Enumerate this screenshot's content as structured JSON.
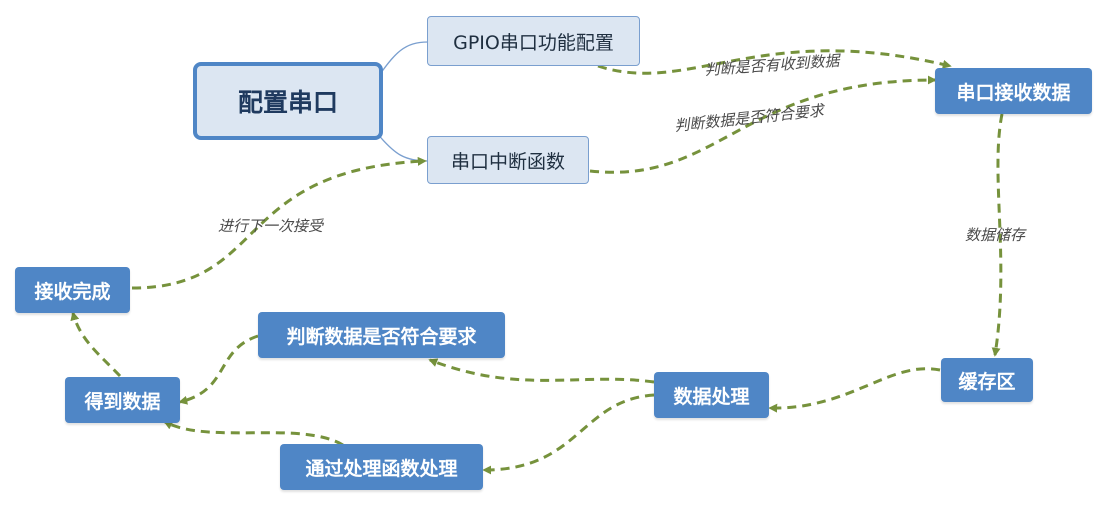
{
  "nodes": {
    "root": "配置串口",
    "gpio": "GPIO串口功能配置",
    "interrupt": "串口中断函数",
    "receive": "串口接收数据",
    "buffer": "缓存区",
    "process": "数据处理",
    "judge": "判断数据是否符合要求",
    "func": "通过处理函数处理",
    "get": "得到数据",
    "done": "接收完成"
  },
  "edge_labels": {
    "gpio_to_receive": "判断是否有收到数据",
    "interrupt_to_receive": "判断数据是否符合要求",
    "receive_to_buffer": "数据储存",
    "done_to_interrupt": "进行下一次接受"
  },
  "colors": {
    "root_fill": "#dce6f2",
    "root_border": "#4f86c6",
    "blue_fill": "#4f86c6",
    "connector": "#7a9fcf",
    "arrow": "#76923c"
  }
}
